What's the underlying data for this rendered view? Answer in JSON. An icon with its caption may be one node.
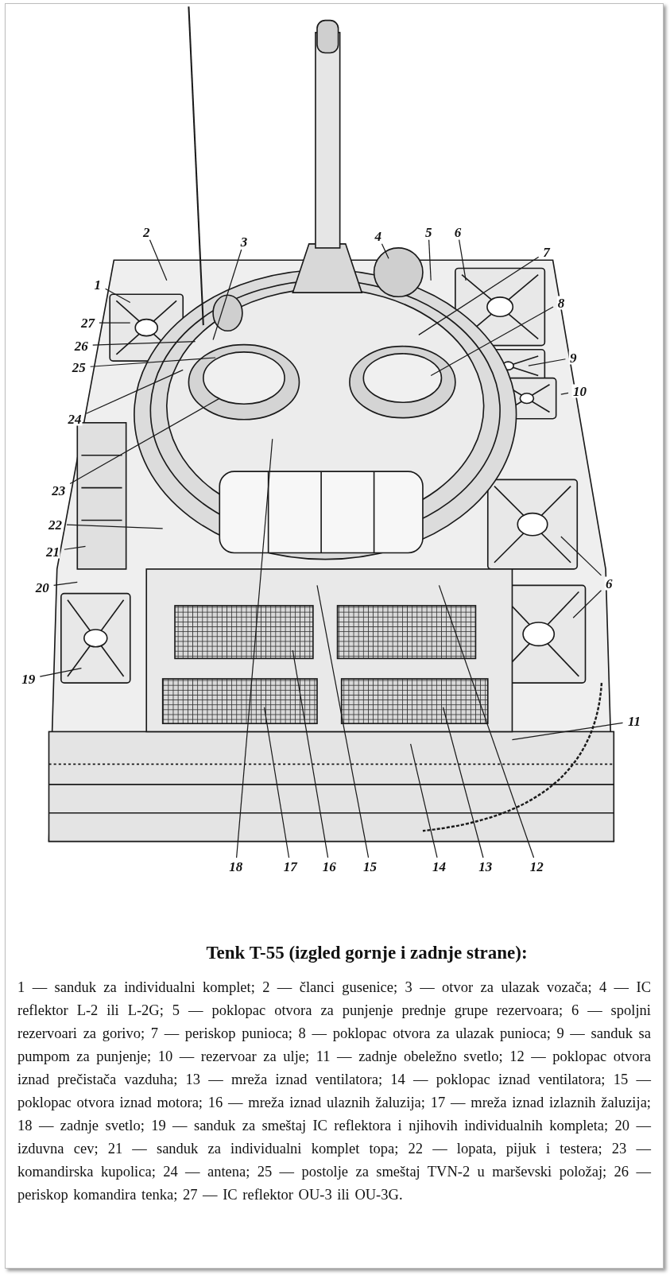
{
  "diagram": {
    "title": "Tenk T-55 (izgled gornje i zadnje strane):",
    "caption": "1 — sanduk za individualni komplet; 2 — članci gusenice; 3 — otvor za ulazak vozača; 4 — IC reflektor L-2 ili L-2G; 5 — poklopac otvora za punjenje prednje grupe rezervoara; 6 — spoljni rezervoari za gorivo; 7 — periskop punioca; 8 — poklopac otvora za ulazak punioca; 9 — sanduk sa pumpom za punjenje; 10 — rezervoar za ulje; 11 — zadnje obeležno svetlo; 12 — poklopac otvora iznad prečistača vazduha; 13 — mreža iznad ventilatora; 14 — poklopac iznad ventilatora; 15 — poklopac otvora iznad motora; 16 — mreža iznad ulaznih žaluzija; 17 — mreža iznad izlaznih žaluzija; 18 — zadnje svetlo; 19 — sanduk za smeštaj IC reflektora i njihovih individualnih kompleta; 20 — izduvna cev; 21 — sanduk za individualni komplet topa; 22 — lopata, pijuk i testera; 23 — komandirska kupolica; 24 — antena; 25 — postolje za smeštaj TVN-2 u marševski položaj; 26 — periskop komandira tenka; 27 — IC reflektor OU-3 ili OU-3G.",
    "nodes": [
      {
        "text": [
          "1"
        ]
      },
      {
        "text": [
          "2"
        ]
      },
      {
        "text": [
          "3"
        ]
      },
      {
        "text": [
          "4"
        ]
      },
      {
        "text": [
          "5"
        ]
      },
      {
        "text": [
          "6"
        ]
      },
      {
        "text": [
          "7"
        ]
      },
      {
        "text": [
          "8"
        ]
      },
      {
        "text": [
          "9"
        ]
      },
      {
        "text": [
          "10"
        ]
      },
      {
        "text": [
          "6"
        ]
      },
      {
        "text": [
          "11"
        ]
      },
      {
        "text": [
          "12"
        ]
      },
      {
        "text": [
          "13"
        ]
      },
      {
        "text": [
          "14"
        ]
      },
      {
        "text": [
          "15"
        ]
      },
      {
        "text": [
          "16"
        ]
      },
      {
        "text": [
          "17"
        ]
      },
      {
        "text": [
          "18"
        ]
      },
      {
        "text": [
          "19"
        ]
      },
      {
        "text": [
          "20"
        ]
      },
      {
        "text": [
          "21"
        ]
      },
      {
        "text": [
          "22"
        ]
      },
      {
        "text": [
          "23"
        ]
      },
      {
        "text": [
          "24"
        ]
      },
      {
        "text": [
          "25"
        ]
      },
      {
        "text": [
          "26"
        ]
      },
      {
        "text": [
          "27"
        ]
      }
    ],
    "edges": [
      {
        "from": 0,
        "to": null,
        "arrow": "none"
      },
      {
        "from": 1,
        "to": null,
        "arrow": "none"
      },
      {
        "from": 2,
        "to": null,
        "arrow": "none"
      },
      {
        "from": 3,
        "to": null,
        "arrow": "none"
      },
      {
        "from": 4,
        "to": null,
        "arrow": "none"
      },
      {
        "from": 5,
        "to": null,
        "arrow": "none"
      },
      {
        "from": 6,
        "to": null,
        "arrow": "none"
      },
      {
        "from": 7,
        "to": null,
        "arrow": "none"
      },
      {
        "from": 8,
        "to": null,
        "arrow": "none"
      },
      {
        "from": 9,
        "to": null,
        "arrow": "none"
      },
      {
        "from": 10,
        "to": null,
        "arrow": "none"
      },
      {
        "from": 10,
        "to": null,
        "arrow": "none"
      },
      {
        "from": 11,
        "to": null,
        "arrow": "none"
      },
      {
        "from": 12,
        "to": null,
        "arrow": "none"
      },
      {
        "from": 13,
        "to": null,
        "arrow": "none"
      },
      {
        "from": 14,
        "to": null,
        "arrow": "none"
      },
      {
        "from": 15,
        "to": null,
        "arrow": "none"
      },
      {
        "from": 16,
        "to": null,
        "arrow": "none"
      },
      {
        "from": 17,
        "to": null,
        "arrow": "none"
      },
      {
        "from": 18,
        "to": null,
        "arrow": "none"
      },
      {
        "from": 19,
        "to": null,
        "arrow": "none"
      },
      {
        "from": 20,
        "to": null,
        "arrow": "none"
      },
      {
        "from": 21,
        "to": null,
        "arrow": "none"
      },
      {
        "from": 22,
        "to": null,
        "arrow": "none"
      },
      {
        "from": 23,
        "to": null,
        "arrow": "none"
      },
      {
        "from": 24,
        "to": null,
        "arrow": "none"
      },
      {
        "from": 25,
        "to": null,
        "arrow": "none"
      },
      {
        "from": 26,
        "to": null,
        "arrow": "none"
      },
      {
        "from": 27,
        "to": null,
        "arrow": "none"
      }
    ]
  }
}
